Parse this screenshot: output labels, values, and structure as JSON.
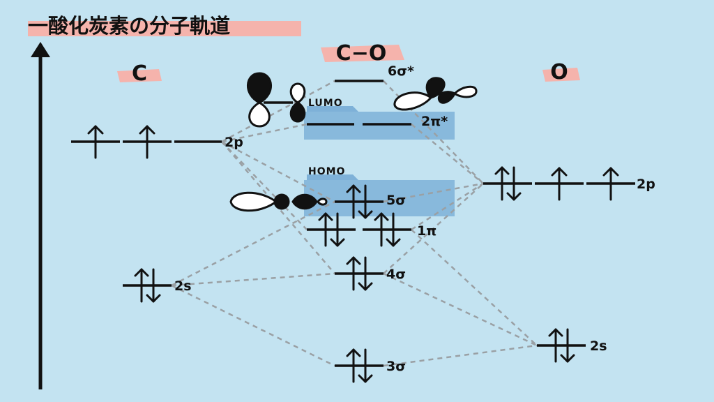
{
  "title": "一酸化炭素の分子軌道",
  "columns": {
    "left": "C",
    "center": "C−O",
    "right": "O"
  },
  "tags": {
    "lumo": "LUMO",
    "homo": "HOMO"
  },
  "atomic_orbitals": {
    "c_2p": {
      "label": "2p",
      "electrons": [
        "up",
        "up",
        "empty"
      ]
    },
    "c_2s": {
      "label": "2s",
      "electrons": [
        "pair"
      ]
    },
    "o_2p": {
      "label": "2p",
      "electrons": [
        "pair",
        "up",
        "up"
      ]
    },
    "o_2s": {
      "label": "2s",
      "electrons": [
        "pair"
      ]
    }
  },
  "molecular_orbitals": {
    "6s_star": {
      "label": "6σ*",
      "electrons": [
        "empty"
      ]
    },
    "2pi_star": {
      "label": "2π*",
      "electrons": [
        "empty",
        "empty"
      ]
    },
    "5s": {
      "label": "5σ",
      "electrons": [
        "pair"
      ]
    },
    "1pi": {
      "label": "1π",
      "electrons": [
        "pair",
        "pair"
      ]
    },
    "4s": {
      "label": "4σ",
      "electrons": [
        "pair"
      ]
    },
    "3s": {
      "label": "3σ",
      "electrons": [
        "pair"
      ]
    }
  },
  "colors": {
    "background": "#c3e3f1",
    "header_highlight": "#f5b3ac",
    "frontier_band": "#7eb1d8",
    "correlation_line": "#9aa0a4"
  }
}
